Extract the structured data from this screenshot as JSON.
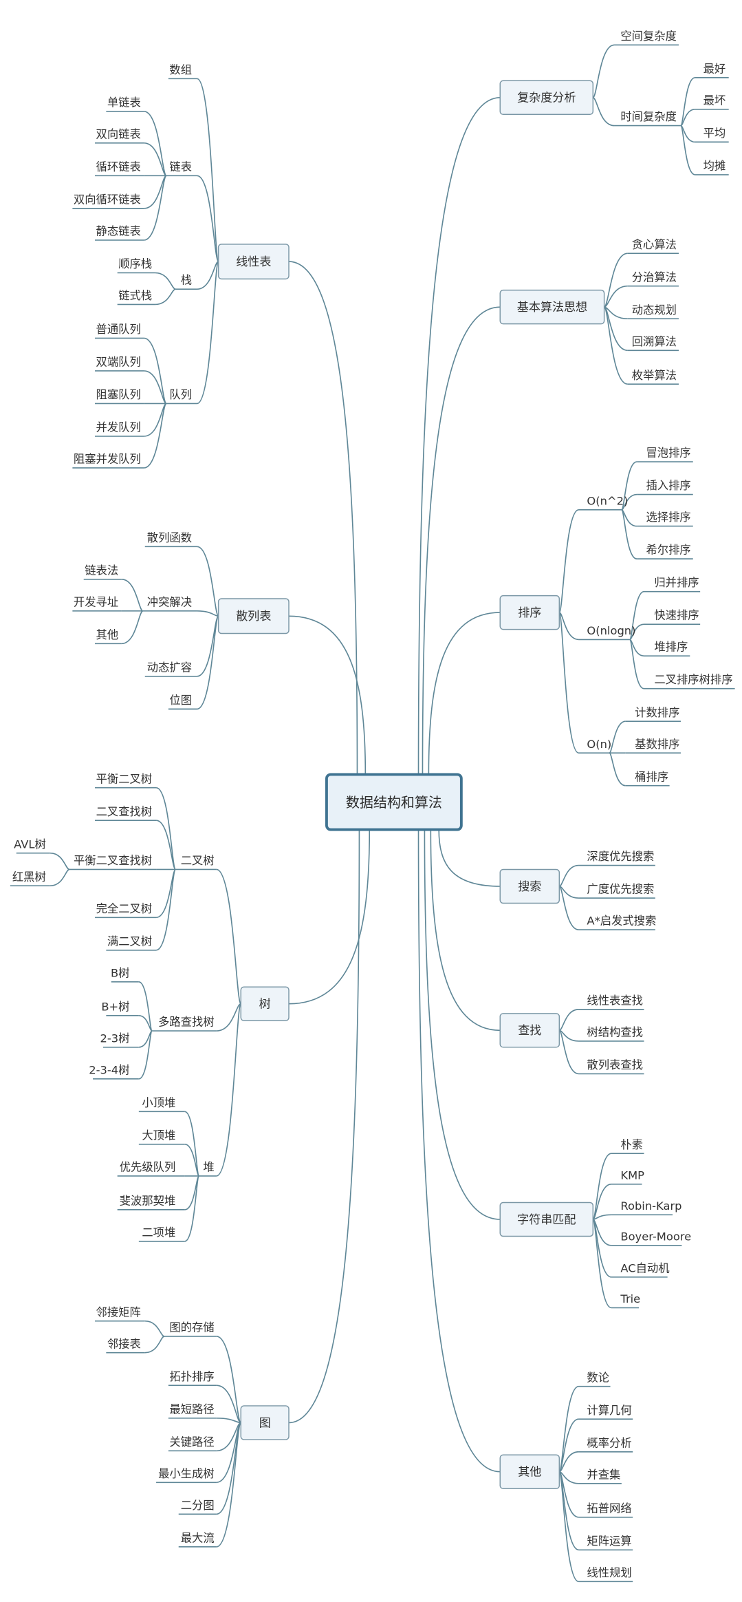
{
  "root": {
    "label": "数据结构和算法"
  },
  "colors": {
    "line": "#5f8797",
    "box_fill": "#eef4f9",
    "root_border": "#3f7391"
  },
  "branches": [
    {
      "label": "复杂度分析",
      "children": [
        {
          "label": "空间复杂度"
        },
        {
          "label": "时间复杂度",
          "children": [
            {
              "label": "最好"
            },
            {
              "label": "最坏"
            },
            {
              "label": "平均"
            },
            {
              "label": "均摊"
            }
          ]
        }
      ]
    },
    {
      "label": "基本算法思想",
      "children": [
        {
          "label": "贪心算法"
        },
        {
          "label": "分治算法"
        },
        {
          "label": "动态规划"
        },
        {
          "label": "回溯算法"
        },
        {
          "label": "枚举算法"
        }
      ]
    },
    {
      "label": "排序",
      "children": [
        {
          "label": "O(n^2)",
          "children": [
            {
              "label": "冒泡排序"
            },
            {
              "label": "插入排序"
            },
            {
              "label": "选择排序"
            },
            {
              "label": "希尔排序"
            }
          ]
        },
        {
          "label": "O(nlogn)",
          "children": [
            {
              "label": "归并排序"
            },
            {
              "label": "快速排序"
            },
            {
              "label": "堆排序"
            },
            {
              "label": "二叉排序树排序"
            }
          ]
        },
        {
          "label": "O(n)",
          "children": [
            {
              "label": "计数排序"
            },
            {
              "label": "基数排序"
            },
            {
              "label": "桶排序"
            }
          ]
        }
      ]
    },
    {
      "label": "搜索",
      "children": [
        {
          "label": "深度优先搜索"
        },
        {
          "label": "广度优先搜索"
        },
        {
          "label": "A*启发式搜索"
        }
      ]
    },
    {
      "label": "查找",
      "children": [
        {
          "label": "线性表查找"
        },
        {
          "label": "树结构查找"
        },
        {
          "label": "散列表查找"
        }
      ]
    },
    {
      "label": "字符串匹配",
      "children": [
        {
          "label": "朴素"
        },
        {
          "label": "KMP"
        },
        {
          "label": "Robin-Karp"
        },
        {
          "label": "Boyer-Moore"
        },
        {
          "label": "AC自动机"
        },
        {
          "label": "Trie"
        }
      ]
    },
    {
      "label": "其他",
      "children": [
        {
          "label": "数论"
        },
        {
          "label": "计算几何"
        },
        {
          "label": "概率分析"
        },
        {
          "label": "并查集"
        },
        {
          "label": "拓普网络"
        },
        {
          "label": "矩阵运算"
        },
        {
          "label": "线性规划"
        }
      ]
    },
    {
      "label": "线性表",
      "children": [
        {
          "label": "数组"
        },
        {
          "label": "链表",
          "children": [
            {
              "label": "单链表"
            },
            {
              "label": "双向链表"
            },
            {
              "label": "循环链表"
            },
            {
              "label": "双向循环链表"
            },
            {
              "label": "静态链表"
            }
          ]
        },
        {
          "label": "栈",
          "children": [
            {
              "label": "顺序栈"
            },
            {
              "label": "链式栈"
            }
          ]
        },
        {
          "label": "队列",
          "children": [
            {
              "label": "普通队列"
            },
            {
              "label": "双端队列"
            },
            {
              "label": "阻塞队列"
            },
            {
              "label": "并发队列"
            },
            {
              "label": "阻塞并发队列"
            }
          ]
        }
      ]
    },
    {
      "label": "散列表",
      "children": [
        {
          "label": "散列函数"
        },
        {
          "label": "冲突解决",
          "children": [
            {
              "label": "链表法"
            },
            {
              "label": "开发寻址"
            },
            {
              "label": "其他"
            }
          ]
        },
        {
          "label": "动态扩容"
        },
        {
          "label": "位图"
        }
      ]
    },
    {
      "label": "树",
      "children": [
        {
          "label": "二叉树",
          "children": [
            {
              "label": "平衡二叉树"
            },
            {
              "label": "二叉查找树"
            },
            {
              "label": "平衡二叉查找树",
              "children": [
                {
                  "label": "AVL树"
                },
                {
                  "label": "红黑树"
                }
              ]
            },
            {
              "label": "完全二叉树"
            },
            {
              "label": "满二叉树"
            }
          ]
        },
        {
          "label": "多路查找树",
          "children": [
            {
              "label": "B树"
            },
            {
              "label": "B+树"
            },
            {
              "label": "2-3树"
            },
            {
              "label": "2-3-4树"
            }
          ]
        },
        {
          "label": "堆",
          "children": [
            {
              "label": "小顶堆"
            },
            {
              "label": "大顶堆"
            },
            {
              "label": "优先级队列"
            },
            {
              "label": "斐波那契堆"
            },
            {
              "label": "二项堆"
            }
          ]
        }
      ]
    },
    {
      "label": "图",
      "children": [
        {
          "label": "图的存储",
          "children": [
            {
              "label": "邻接矩阵"
            },
            {
              "label": "邻接表"
            }
          ]
        },
        {
          "label": "拓扑排序"
        },
        {
          "label": "最短路径"
        },
        {
          "label": "关键路径"
        },
        {
          "label": "最小生成树"
        },
        {
          "label": "二分图"
        },
        {
          "label": "最大流"
        }
      ]
    }
  ]
}
